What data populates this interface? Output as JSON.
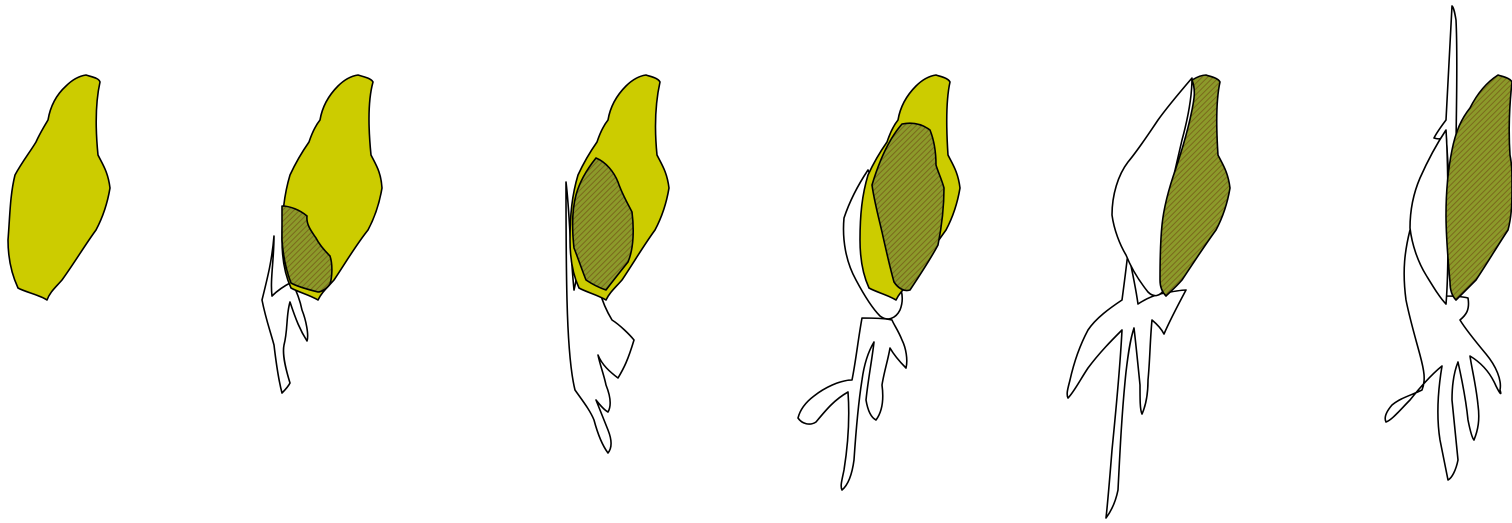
{
  "figure": {
    "description_visible_text": "",
    "stage_count": 6,
    "colors": {
      "seed": "#cccc00",
      "hatch_a": "#7a6a1c",
      "hatch_b": "#8c9a2a",
      "outline": "#000000",
      "sprout": "#ffffff",
      "background": "#ffffff"
    },
    "stages": [
      {
        "id": 1,
        "has_overlay": false,
        "has_roots": false
      },
      {
        "id": 2,
        "has_overlay": true,
        "has_roots": true
      },
      {
        "id": 3,
        "has_overlay": true,
        "has_roots": true
      },
      {
        "id": 4,
        "has_overlay": true,
        "has_roots": true
      },
      {
        "id": 5,
        "has_overlay": true,
        "has_roots": true
      },
      {
        "id": 6,
        "has_overlay": true,
        "has_roots": true,
        "has_shoot": true
      }
    ]
  }
}
